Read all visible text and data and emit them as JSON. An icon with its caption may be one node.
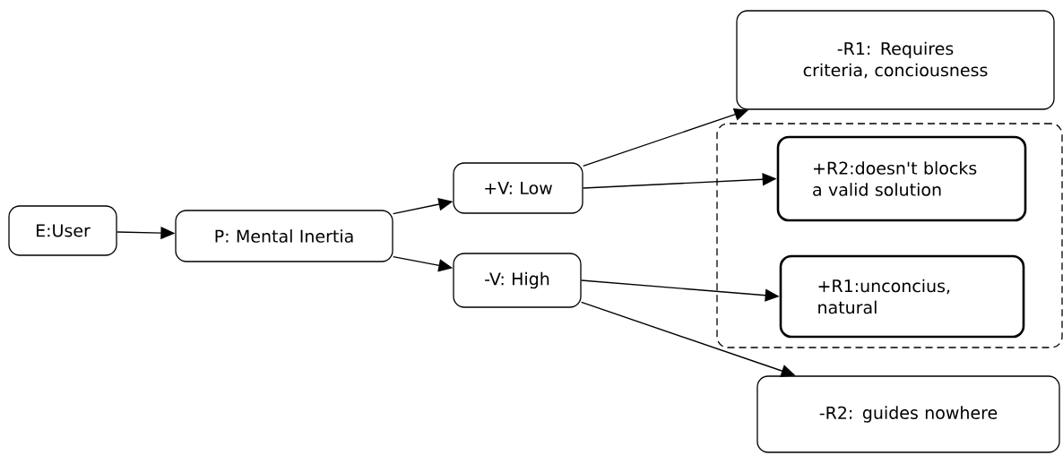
{
  "diagram": {
    "nodes": [
      {
        "text": [
          "E:User"
        ]
      },
      {
        "text": [
          "P: Mental Inertia"
        ]
      },
      {
        "text": [
          "+V: Low"
        ]
      },
      {
        "text": [
          "-V: High"
        ]
      },
      {
        "text": [
          "-R1: Requires criteria, conciousness"
        ]
      },
      {
        "text": [],
        "shape": "box"
      },
      {
        "text": [
          "+R2:doesn't blocks a valid solution"
        ],
        "in": 5
      },
      {
        "text": [
          "+R1:unconcius, natural"
        ],
        "in": 5
      },
      {
        "text": [
          "-R2: guides nowhere"
        ]
      }
    ],
    "edges": [
      {
        "from": 0,
        "to": 1,
        "arrow": "to"
      },
      {
        "from": 1,
        "to": 2,
        "arrow": "to"
      },
      {
        "from": 1,
        "to": 3,
        "arrow": "to"
      },
      {
        "from": 2,
        "to": 4,
        "arrow": "to"
      },
      {
        "from": 2,
        "to": 6,
        "arrow": "to"
      },
      {
        "from": 3,
        "to": 7,
        "arrow": "to"
      },
      {
        "from": 3,
        "to": 8,
        "arrow": "to"
      }
    ]
  }
}
